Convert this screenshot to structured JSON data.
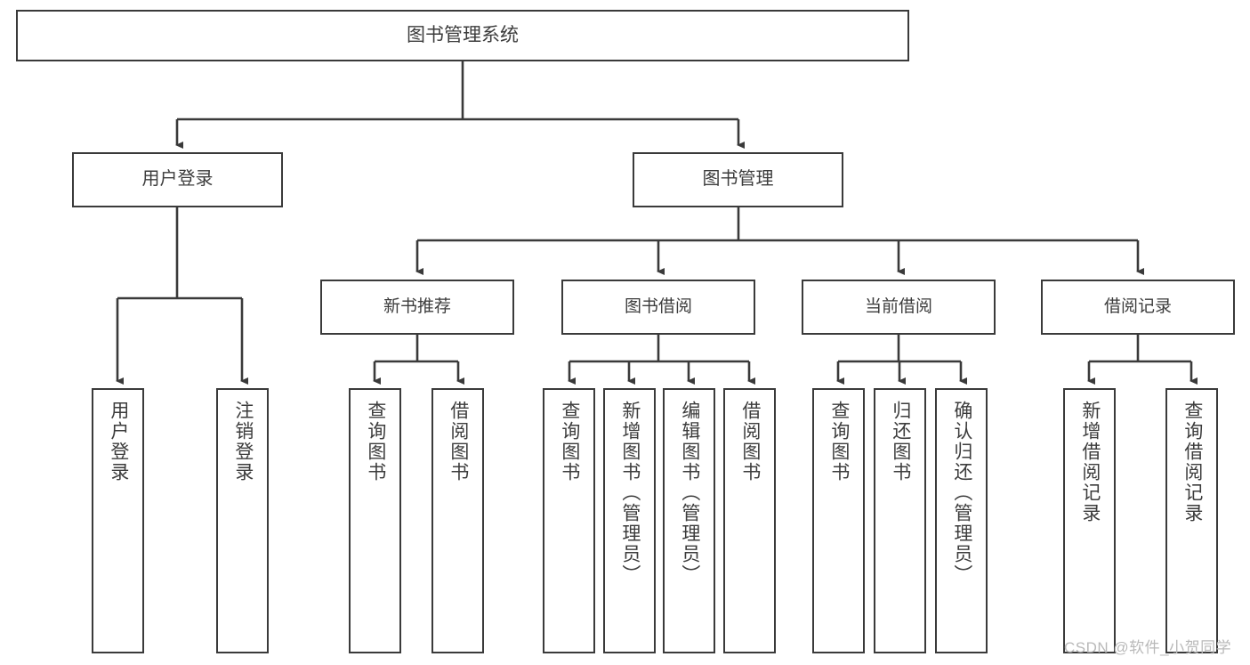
{
  "diagram": {
    "type": "tree",
    "title": "图书管理系统",
    "nodes": {
      "root": {
        "label": "图书管理系统"
      },
      "user_login": {
        "label": "用户登录"
      },
      "book_manage": {
        "label": "图书管理"
      },
      "new_book_rec": {
        "label": "新书推荐"
      },
      "book_borrow": {
        "label": "图书借阅"
      },
      "current_borrow": {
        "label": "当前借阅"
      },
      "borrow_record": {
        "label": "借阅记录"
      },
      "leaf_user_login": {
        "label": "用户登录"
      },
      "leaf_logout": {
        "label": "注销登录"
      },
      "leaf_query_book_1": {
        "label": "查询图书"
      },
      "leaf_borrow_book_1": {
        "label": "借阅图书"
      },
      "leaf_query_book_2": {
        "label": "查询图书"
      },
      "leaf_add_book_admin": {
        "label": "新增图书（管理员）"
      },
      "leaf_edit_book_admin": {
        "label": "编辑图书（管理员）"
      },
      "leaf_borrow_book_2": {
        "label": "借阅图书"
      },
      "leaf_query_book_3": {
        "label": "查询图书"
      },
      "leaf_return_book": {
        "label": "归还图书"
      },
      "leaf_confirm_return_admin": {
        "label": "确认归还（管理员）"
      },
      "leaf_add_record": {
        "label": "新增借阅记录"
      },
      "leaf_query_record": {
        "label": "查询借阅记录"
      }
    },
    "colors": {
      "border": "#3a3a3a",
      "fill": "#ffffff",
      "text": "#3c3c3c",
      "connector": "#3a3a3a",
      "watermark": "#b9b9b9"
    }
  },
  "watermark": {
    "text": "CSDN @软件_小贺同学"
  }
}
